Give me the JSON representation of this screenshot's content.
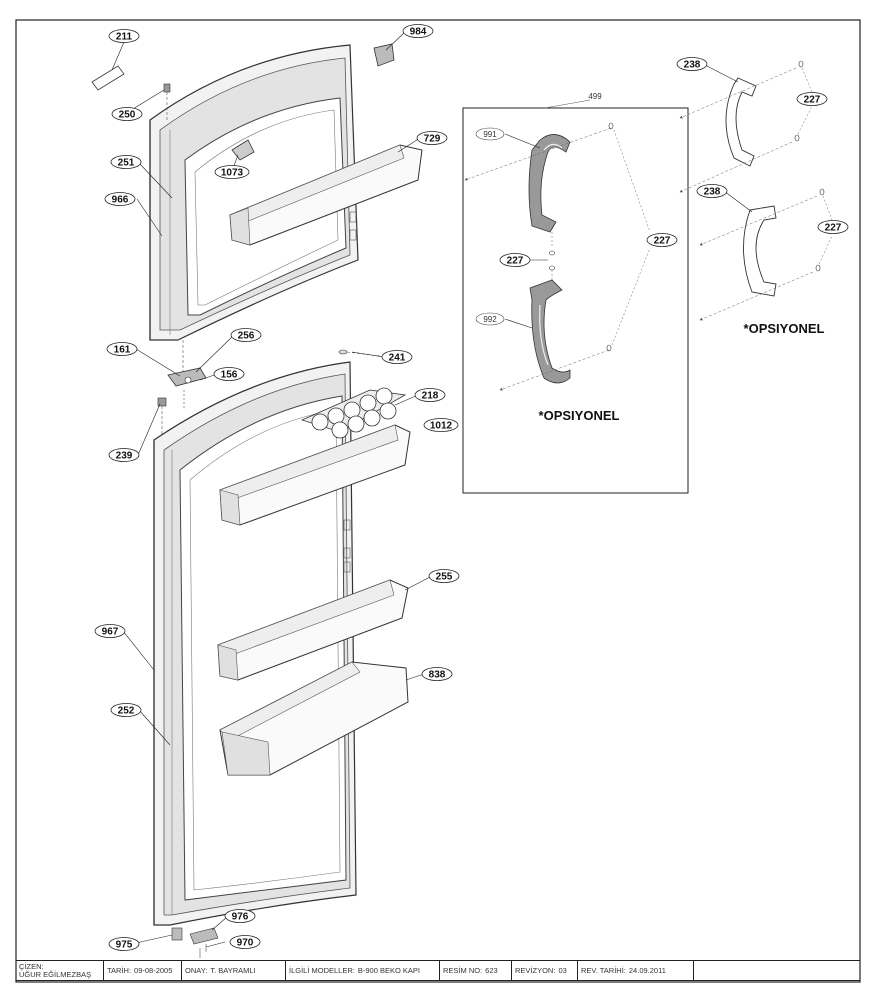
{
  "title_block": {
    "drawer_label": "ÇİZEN:",
    "drawer_name": "UĞUR EĞİLMEZBAŞ",
    "date_label": "TARİH:",
    "date_value": "09-08-2005",
    "approval_label": "ONAY:",
    "approval_value": "T. BAYRAMLI",
    "models_label": "İLGİLİ MODELLER:",
    "models_value": "B-900 BEKO KAPI",
    "drawing_no_label": "RESİM NO:",
    "drawing_no_value": "623",
    "revision_label": "REVİZYON:",
    "revision_value": "03",
    "revision_date_label": "REV. TARİHİ:",
    "revision_date_value": "24.09.2011"
  },
  "optional_labels": {
    "handle_box": "*OPSIYONEL",
    "right_handles": "*OPSIYONEL"
  },
  "part_callouts": [
    {
      "id": "c211",
      "number": "211"
    },
    {
      "id": "c984",
      "number": "984"
    },
    {
      "id": "c250",
      "number": "250"
    },
    {
      "id": "c729",
      "number": "729"
    },
    {
      "id": "c251",
      "number": "251"
    },
    {
      "id": "c1073",
      "number": "1073"
    },
    {
      "id": "c966",
      "number": "966"
    },
    {
      "id": "c161",
      "number": "161"
    },
    {
      "id": "c256",
      "number": "256"
    },
    {
      "id": "c156",
      "number": "156"
    },
    {
      "id": "c241",
      "number": "241"
    },
    {
      "id": "c218",
      "number": "218"
    },
    {
      "id": "c1012",
      "number": "1012"
    },
    {
      "id": "c239",
      "number": "239"
    },
    {
      "id": "c255",
      "number": "255"
    },
    {
      "id": "c967",
      "number": "967"
    },
    {
      "id": "c838",
      "number": "838"
    },
    {
      "id": "c252",
      "number": "252"
    },
    {
      "id": "c976",
      "number": "976"
    },
    {
      "id": "c975",
      "number": "975"
    },
    {
      "id": "c970",
      "number": "970"
    },
    {
      "id": "c238a",
      "number": "238"
    },
    {
      "id": "c227a",
      "number": "227"
    },
    {
      "id": "c238b",
      "number": "238"
    },
    {
      "id": "c227b",
      "number": "227"
    },
    {
      "id": "c227c",
      "number": "227"
    },
    {
      "id": "c227d",
      "number": "227"
    }
  ],
  "plain_labels": {
    "box_ref": "499",
    "handle_upper": "991",
    "handle_lower": "992"
  }
}
